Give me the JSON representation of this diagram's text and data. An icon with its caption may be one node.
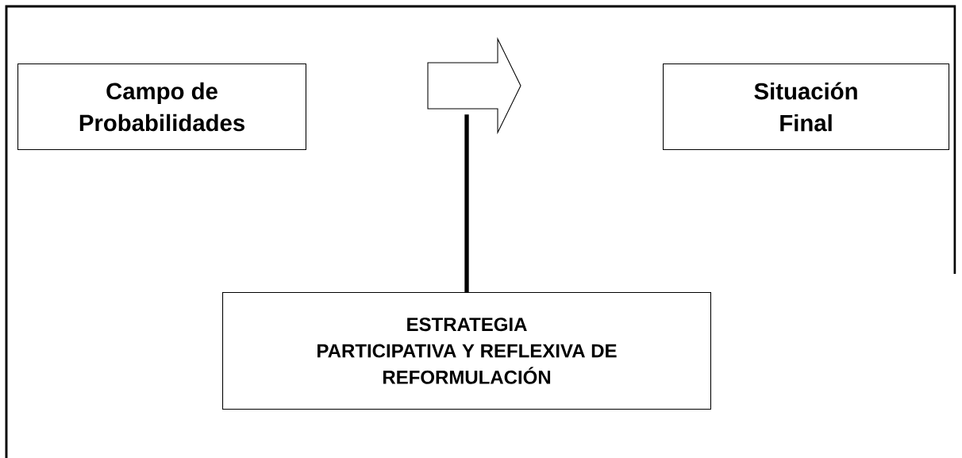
{
  "diagram": {
    "nodes": [
      {
        "text": [
          "Campo de Probabilidades"
        ]
      },
      {
        "text": [],
        "shape": "arrow"
      },
      {
        "text": [
          "Situación Final"
        ]
      },
      {
        "text": [
          "ESTRATEGIA",
          "PARTICIPATIVA Y REFLEXIVA DE REFORMULACIÓN"
        ]
      }
    ],
    "edges": [
      {
        "from": 3,
        "to": 1,
        "arrow": "none"
      }
    ]
  }
}
